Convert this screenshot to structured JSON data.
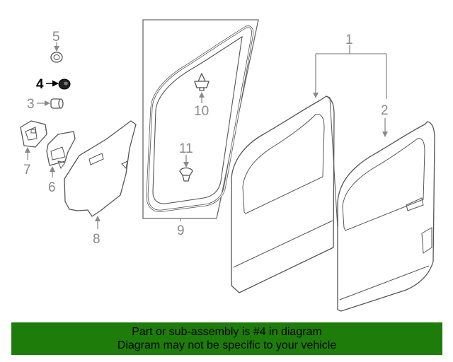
{
  "callouts": {
    "c1": "1",
    "c2": "2",
    "c3": "3",
    "c4": "4",
    "c5": "5",
    "c6": "6",
    "c7": "7",
    "c8": "8",
    "c9": "9",
    "c10": "10",
    "c11": "11"
  },
  "banner": {
    "line1": "Part or sub-assembly is #4 in diagram",
    "line2": "Diagram may not be specific to your vehicle",
    "background": "#1e7d0a"
  },
  "highlight_part": "4"
}
